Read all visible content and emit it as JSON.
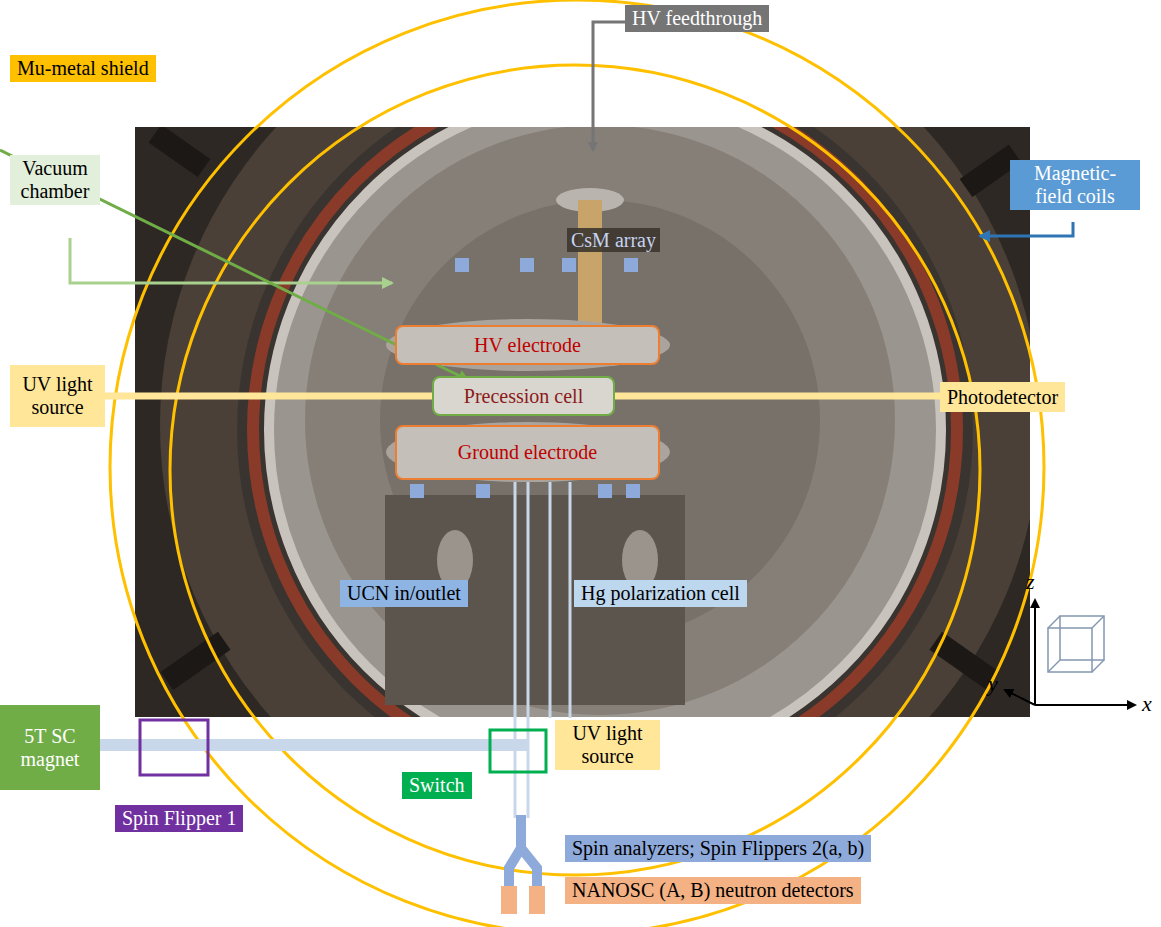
{
  "diagram": {
    "nodes": [
      {
        "text": [
          "HV feedthrough"
        ]
      },
      {
        "text": [
          "Mu-metal shield"
        ]
      },
      {
        "text": [
          "Vacuum chamber"
        ]
      },
      {
        "text": [
          "Magnetic-field coils"
        ]
      },
      {
        "text": [
          "HV electrode"
        ]
      },
      {
        "text": [
          "UV light source"
        ]
      },
      {
        "text": [
          "Precession cell"
        ]
      },
      {
        "text": [
          "Photodetector"
        ]
      },
      {
        "text": [
          "Ground electrode"
        ]
      },
      {
        "text": [
          "UCN in/outlet"
        ]
      },
      {
        "text": [
          "Hg polarization cell"
        ]
      },
      {
        "text": [
          "5T SC magnet"
        ]
      },
      {
        "text": [
          "UV light source"
        ]
      },
      {
        "text": [
          "Switch"
        ]
      },
      {
        "text": [
          "Spin Flipper 1"
        ]
      },
      {
        "text": [
          "Spin analyzers; Spin Flippers 2(a, b)"
        ]
      },
      {
        "text": [
          "NANOSC (A, B) neutron detectors"
        ]
      }
    ],
    "edges": [
      {
        "from": 5,
        "to": 7,
        "arrow": "none"
      }
    ],
    "labels": [
      "CsM array",
      "z",
      "y",
      "x"
    ]
  }
}
